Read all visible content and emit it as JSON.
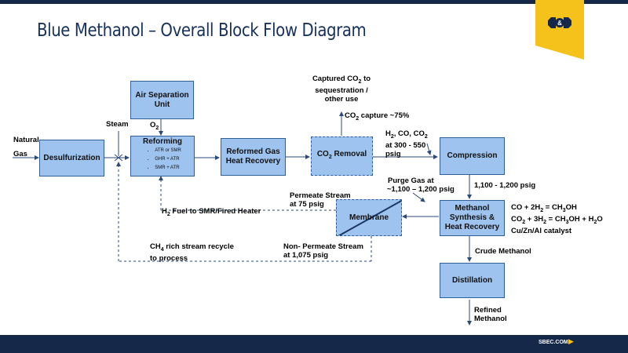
{
  "slide": {
    "title": "Blue Methanol – Overall Block Flow Diagram",
    "logo_text": "S&B",
    "footer_url": "SBEC.COM",
    "colors": {
      "navy": "#16284a",
      "block_fill": "#9ec3ef",
      "accent_yellow": "#f5c21b"
    }
  },
  "blocks": {
    "desulfurization": "Desulfurization",
    "air_separation": "Air Separation Unit",
    "reforming": {
      "title": "Reforming",
      "options": [
        "ATR or SMR",
        "GHR + ATR",
        "SMR + ATR"
      ]
    },
    "reformed_gas": "Reformed Gas Heat Recovery",
    "co2_removal": {
      "prefix": "CO",
      "sub": "2",
      "suffix": " Removal"
    },
    "compression": "Compression",
    "methanol_synthesis": "Methanol Synthesis & Heat Recovery",
    "membrane": "Membrane",
    "distillation": "Distillation"
  },
  "labels": {
    "natural_gas_1": "Natural",
    "natural_gas_2": "Gas",
    "steam": "Steam",
    "o2": {
      "main": "O",
      "sub": "2"
    },
    "captured_co2": {
      "l1a": "Captured CO",
      "l1sub": "2",
      "l1b": " to",
      "l2": "sequestration /",
      "l3": "other use"
    },
    "co2_capture": {
      "a": "CO",
      "sub": "2",
      "b": " capture ~75%"
    },
    "h2_co_co2": {
      "a": "H",
      "s1": "2",
      "b": ", CO, CO",
      "s2": "2",
      "l2": "at 300 - 550",
      "l3": "psig"
    },
    "purge_gas": {
      "l1": "Purge Gas at",
      "l2": "~1,100 – 1,200 psig"
    },
    "pressure_1100": "1,100 - 1,200 psig",
    "permeate": {
      "l1": "Permeate Stream",
      "l2": "at 75 psig"
    },
    "h2_fuel": {
      "a": "H",
      "sub": "2",
      "b": " Fuel to SMR/Fired Heater"
    },
    "ch4_recycle": {
      "a": "CH",
      "sub": "4",
      "b": " rich stream recycle",
      "l2": "to process"
    },
    "non_permeate": {
      "l1": "Non- Permeate Stream",
      "l2": "at 1,075 psig"
    },
    "crude_methanol": "Crude Methanol",
    "refined_methanol": {
      "l1": "Refined",
      "l2": "Methanol"
    },
    "reactions": {
      "r1": {
        "a": "CO + 2H",
        "s1": "2",
        "b": " = CH",
        "s2": "3",
        "c": "OH"
      },
      "r2": {
        "a": "CO",
        "s1": "2",
        "b": " + 3H",
        "s2": "2",
        "c": " = CH",
        "s3": "3",
        "d": "OH + H",
        "s4": "2",
        "e": "O"
      },
      "catalyst": "Cu/Zn/Al catalyst"
    }
  }
}
